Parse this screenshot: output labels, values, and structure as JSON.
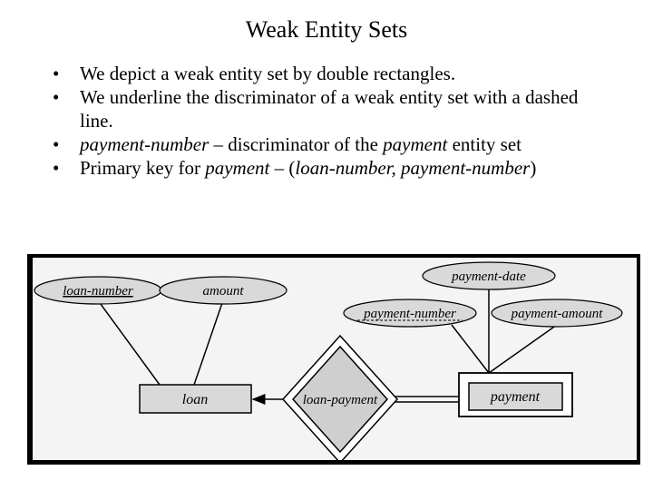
{
  "slide": {
    "title": "Weak Entity Sets",
    "bullets": [
      {
        "parts": [
          {
            "text": "We depict a weak entity set by double rectangles.",
            "italic": false
          }
        ]
      },
      {
        "parts": [
          {
            "text": "We underline the discriminator of a weak entity set  with a dashed line.",
            "italic": false
          }
        ]
      },
      {
        "parts": [
          {
            "text": "payment-number",
            "italic": true
          },
          {
            "text": " – discriminator of the ",
            "italic": false
          },
          {
            "text": "payment",
            "italic": true
          },
          {
            "text": " entity set",
            "italic": false
          }
        ]
      },
      {
        "parts": [
          {
            "text": "Primary key for ",
            "italic": false
          },
          {
            "text": "payment",
            "italic": true
          },
          {
            "text": " – (",
            "italic": false
          },
          {
            "text": "loan-number, payment-number",
            "italic": true
          },
          {
            "text": ")",
            "italic": false
          }
        ]
      }
    ]
  },
  "diagram": {
    "attributes": {
      "loan_number": "loan-number",
      "amount": "amount",
      "payment_date": "payment-date",
      "payment_number": "payment-number",
      "payment_amount": "payment-amount"
    },
    "entities": {
      "loan": "loan",
      "payment": "payment"
    },
    "relationship": "loan-payment",
    "colors": {
      "fill": "#d9d9d9",
      "stroke": "#000000",
      "background": "#f4f4f4"
    }
  }
}
